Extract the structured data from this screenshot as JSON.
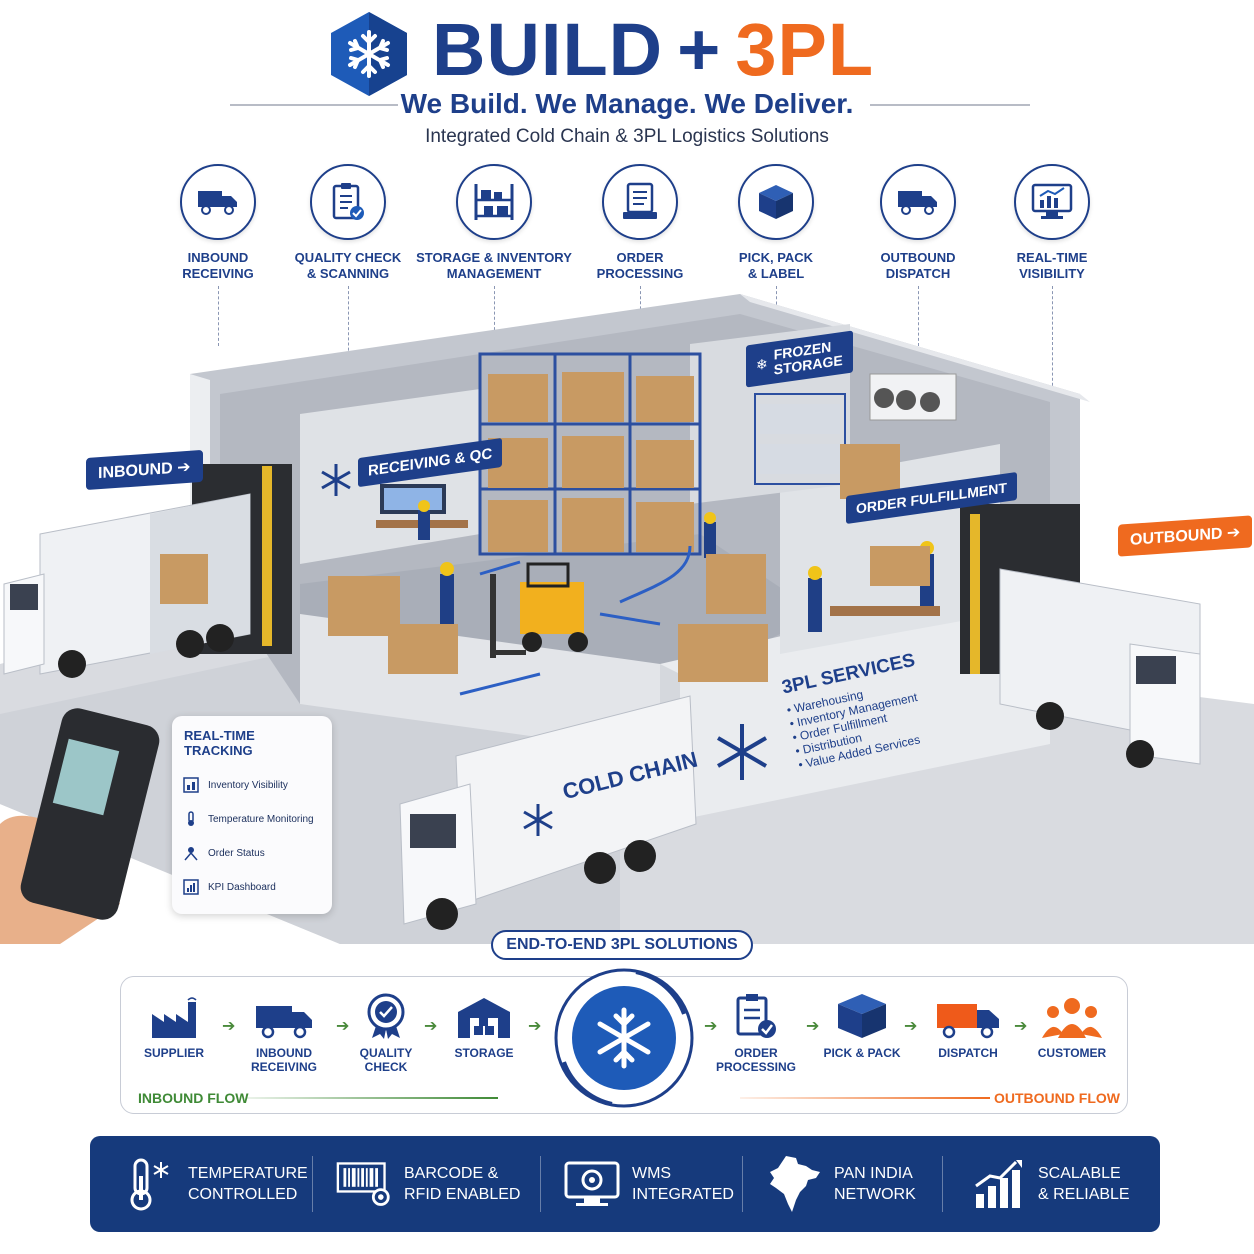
{
  "header": {
    "brand_part1": "BUILD",
    "brand_plus": "+",
    "brand_part2": "3PL",
    "tagline": "We Build. We Manage. We Deliver.",
    "subtitle": "Integrated Cold Chain & 3PL Logistics Solutions",
    "logo_icon": "snowflake-hexagon-icon",
    "colors": {
      "primary": "#1e3f8a",
      "accent": "#ef6a1f"
    }
  },
  "process_steps": [
    {
      "line1": "INBOUND",
      "line2": "RECEIVING",
      "icon": "truck-icon"
    },
    {
      "line1": "QUALITY CHECK",
      "line2": "& SCANNING",
      "icon": "clipboard-check-icon"
    },
    {
      "line1": "STORAGE & INVENTORY",
      "line2": "MANAGEMENT",
      "icon": "shelves-icon"
    },
    {
      "line1": "ORDER",
      "line2": "PROCESSING",
      "icon": "order-list-icon"
    },
    {
      "line1": "PICK, PACK",
      "line2": "& LABEL",
      "icon": "box-icon"
    },
    {
      "line1": "OUTBOUND",
      "line2": "DISPATCH",
      "icon": "truck-icon"
    },
    {
      "line1": "REAL-TIME",
      "line2": "VISIBILITY",
      "icon": "monitor-chart-icon"
    }
  ],
  "scene": {
    "inbound_tag": "INBOUND",
    "outbound_tag": "OUTBOUND",
    "receiving_sign": "RECEIVING & QC",
    "frozen_line1": "FROZEN",
    "frozen_line2": "STORAGE",
    "fulfillment_sign": "ORDER FULFILLMENT",
    "truck_text": "COLD CHAIN",
    "services_title": "3PL SERVICES",
    "services": [
      "Warehousing",
      "Inventory Management",
      "Order Fulfillment",
      "Distribution",
      "Value Added Services"
    ]
  },
  "tracking": {
    "title": "REAL-TIME TRACKING",
    "items": [
      {
        "label": "Inventory Visibility",
        "icon": "inventory-icon"
      },
      {
        "label": "Temperature Monitoring",
        "icon": "thermometer-icon"
      },
      {
        "label": "Order Status",
        "icon": "order-status-icon"
      },
      {
        "label": "KPI Dashboard",
        "icon": "dashboard-icon"
      }
    ]
  },
  "e2e": {
    "label": "END-TO-END 3PL SOLUTIONS",
    "inbound_flow": "INBOUND FLOW",
    "outbound_flow": "OUTBOUND FLOW",
    "steps": [
      {
        "line1": "SUPPLIER",
        "line2": "",
        "icon": "factory-icon"
      },
      {
        "line1": "INBOUND",
        "line2": "RECEIVING",
        "icon": "truck-icon"
      },
      {
        "line1": "QUALITY",
        "line2": "CHECK",
        "icon": "quality-badge-icon"
      },
      {
        "line1": "STORAGE",
        "line2": "",
        "icon": "warehouse-icon"
      },
      {
        "line1": "ORDER",
        "line2": "PROCESSING",
        "icon": "clipboard-check-icon"
      },
      {
        "line1": "PICK & PACK",
        "line2": "",
        "icon": "box-icon"
      },
      {
        "line1": "DISPATCH",
        "line2": "",
        "icon": "truck-orange-icon"
      },
      {
        "line1": "CUSTOMER",
        "line2": "",
        "icon": "customers-icon"
      }
    ]
  },
  "features": [
    {
      "line1": "TEMPERATURE",
      "line2": "CONTROLLED",
      "icon": "thermometer-snow-icon"
    },
    {
      "line1": "BARCODE &",
      "line2": "RFID ENABLED",
      "icon": "barcode-gear-icon"
    },
    {
      "line1": "WMS",
      "line2": "INTEGRATED",
      "icon": "monitor-gear-icon"
    },
    {
      "line1": "PAN INDIA",
      "line2": "NETWORK",
      "icon": "india-map-icon"
    },
    {
      "line1": "SCALABLE",
      "line2": "& RELIABLE",
      "icon": "growth-chart-icon"
    }
  ]
}
